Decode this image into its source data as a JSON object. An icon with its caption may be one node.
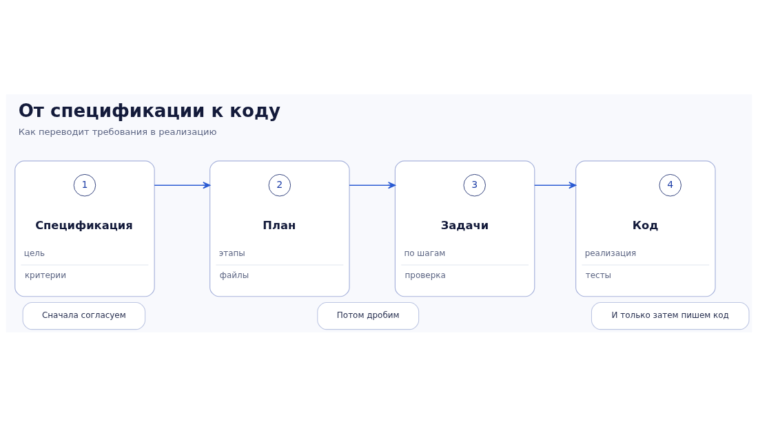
{
  "diagram": {
    "title": "От спецификации к коду",
    "caption": "Как переводит требования в реализацию",
    "nodes": [
      {
        "text": [
          "Спецификация",
          "цель",
          "критерии"
        ]
      },
      {
        "text": [
          "1"
        ],
        "in": 0
      },
      {
        "text": [
          "План",
          "этапы",
          "файлы"
        ]
      },
      {
        "text": [
          "2"
        ],
        "in": 2
      },
      {
        "text": [
          "Задачи",
          "по шагам",
          "проверка"
        ]
      },
      {
        "text": [
          "3"
        ],
        "in": 4
      },
      {
        "text": [
          "Код",
          "реализация",
          "тесты"
        ]
      },
      {
        "text": [
          "4"
        ],
        "in": 6
      },
      {
        "text": [
          "Сначала согласуем"
        ]
      },
      {
        "text": [
          "Потом дробим"
        ]
      },
      {
        "text": [
          "И только затем пишем код"
        ]
      }
    ],
    "edges": [
      {
        "from": 0,
        "to": 2,
        "arrow": "to"
      },
      {
        "from": 2,
        "to": 4,
        "arrow": "to"
      },
      {
        "from": 4,
        "to": 6,
        "arrow": "to"
      }
    ]
  }
}
